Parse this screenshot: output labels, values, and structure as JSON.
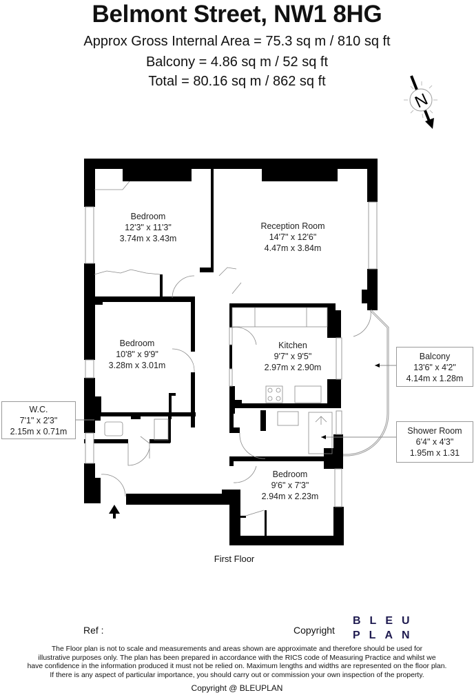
{
  "header": {
    "title": "Belmont Street, NW1 8HG",
    "gross_internal_area": "Approx Gross Internal Area = 75.3 sq m / 810 sq ft",
    "balcony_area": "Balcony = 4.86 sq m / 52 sq ft",
    "total_area": "Total = 80.16 sq m / 862 sq ft"
  },
  "compass": {
    "icon": "north-arrow-icon",
    "letter": "N"
  },
  "rooms": [
    {
      "name": "Bedroom",
      "imperial": "12'3\" x 11'3\"",
      "metric": "3.74m x 3.43m"
    },
    {
      "name": "Reception Room",
      "imperial": "14'7\" x 12'6\"",
      "metric": "4.47m x 3.84m"
    },
    {
      "name": "Bedroom",
      "imperial": "10'8\" x 9'9\"",
      "metric": "3.28m x 3.01m"
    },
    {
      "name": "Kitchen",
      "imperial": "9'7\" x 9'5\"",
      "metric": "2.97m x 2.90m"
    },
    {
      "name": "Bedroom",
      "imperial": "9'6\" x 7'3\"",
      "metric": "2.94m x 2.23m"
    }
  ],
  "callouts": [
    {
      "name": "W.C.",
      "imperial": "7'1\" x 2'3\"",
      "metric": "2.15m x 0.71m"
    },
    {
      "name": "Balcony",
      "imperial": "13'6\" x 4'2\"",
      "metric": "4.14m x 1.28m"
    },
    {
      "name": "Shower Room",
      "imperial": "6'4\" x 4'3\"",
      "metric": "1.95m x 1.31"
    }
  ],
  "floor_name": "First Floor",
  "footer": {
    "ref_label": "Ref  :",
    "copyright_label": "Copyright",
    "logo_line1": "BLEU",
    "logo_line2": "PLAN",
    "logo_color": "#1e1a4f",
    "disclaimer": [
      "The Floor plan is not to scale and measurements and areas shown are approximate and therefore should be used for",
      "illustrative purposes only. The plan has been prepared in accordance with the RICS code of Measuring Practice and whilst we",
      "have confidence in the information produced it must not be relied on. Maximum lengths and widths are represented on the floor plan.",
      "If there is any aspect of particular importance, you should carry out or commission your own inspection of the property."
    ],
    "disclaimer_copyright": "Copyright @ BLEUPLAN"
  }
}
